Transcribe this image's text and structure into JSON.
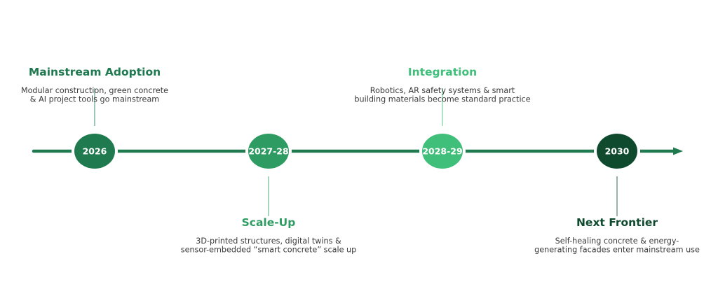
{
  "colors": {
    "axis": "#1f7a50",
    "connector_shade": "#5fb48a"
  },
  "milestones": [
    {
      "year": "2026",
      "title": "Mainstream Adoption",
      "description": [
        "Modular construction, green concrete",
        "& AI project tools go mainstream"
      ],
      "color": "#1f7a50",
      "side": "above"
    },
    {
      "year": "2027-28",
      "title": "Scale-Up",
      "description": [
        "3D-printed structures, digital twins &",
        "sensor-embedded “smart concrete” scale up"
      ],
      "color": "#2e9b63",
      "side": "below"
    },
    {
      "year": "2028-29",
      "title": "Integration",
      "description": [
        "Robotics, AR safety systems & smart",
        "building materials become standard practice"
      ],
      "color": "#3fbf7a",
      "side": "above"
    },
    {
      "year": "2030",
      "title": "Next Frontier",
      "description": [
        "Self-healing concrete & energy-",
        "generating facades enter mainstream use"
      ],
      "color": "#0f4a2e",
      "side": "below"
    }
  ]
}
